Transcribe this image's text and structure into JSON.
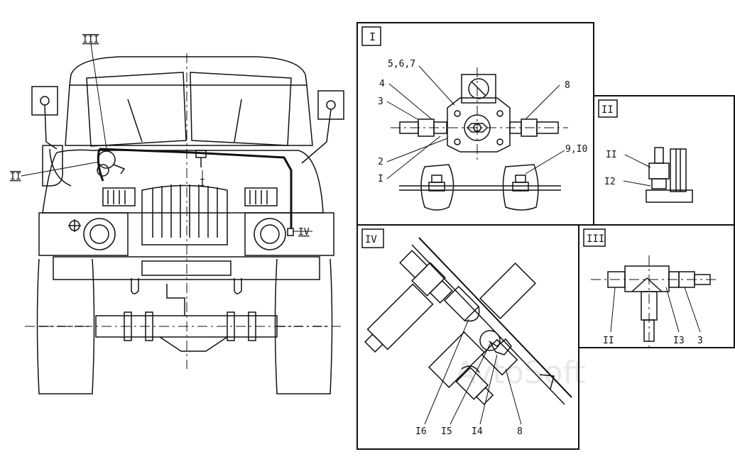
{
  "watermark": "AvtoSoft",
  "truck_callouts": {
    "view_ii": "II",
    "view_iii": "III",
    "view_i": "I",
    "view_iv": "IV"
  },
  "panel_i": {
    "title": "I",
    "labels": {
      "l567": "5,6,7",
      "l4": "4",
      "l3": "3",
      "l2": "2",
      "l1": "I",
      "l8": "8",
      "l910": "9,I0"
    }
  },
  "panel_ii": {
    "title": "II",
    "labels": {
      "l11": "II",
      "l12": "I2"
    }
  },
  "panel_iii": {
    "title": "III",
    "labels": {
      "l11": "II",
      "l13": "I3",
      "l3": "3"
    }
  },
  "panel_iv": {
    "title": "IV",
    "labels": {
      "l16": "I6",
      "l15": "I5",
      "l14": "I4",
      "l8": "8"
    }
  }
}
